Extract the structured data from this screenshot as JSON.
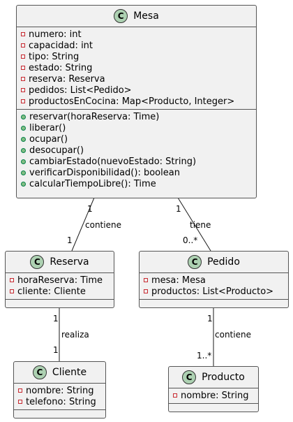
{
  "classes": {
    "mesa": {
      "name": "Mesa",
      "icon": "C",
      "attributes": [
        "numero: int",
        "capacidad: int",
        "tipo: String",
        "estado: String",
        "reserva: Reserva",
        "pedidos: List<Pedido>",
        "productosEnCocina: Map<Producto, Integer>"
      ],
      "methods": [
        "reservar(horaReserva: Time)",
        "liberar()",
        "ocupar()",
        "desocupar()",
        "cambiarEstado(nuevoEstado: String)",
        "verificarDisponibilidad(): boolean",
        "calcularTiempoLibre(): Time"
      ]
    },
    "reserva": {
      "name": "Reserva",
      "icon": "C",
      "attributes": [
        "horaReserva: Time",
        "cliente: Cliente"
      ]
    },
    "pedido": {
      "name": "Pedido",
      "icon": "C",
      "attributes": [
        "mesa: Mesa",
        "productos: List<Producto>"
      ]
    },
    "cliente": {
      "name": "Cliente",
      "icon": "C",
      "attributes": [
        "nombre: String",
        "telefono: String"
      ]
    },
    "producto": {
      "name": "Producto",
      "icon": "C",
      "attributes": [
        "nombre: String"
      ]
    }
  },
  "relations": {
    "mesa_reserva": {
      "label": "contiene",
      "from_mult": "1",
      "to_mult": "1"
    },
    "mesa_pedido": {
      "label": "tiene",
      "from_mult": "1",
      "to_mult": "0..*"
    },
    "reserva_cliente": {
      "label": "realiza",
      "from_mult": "1",
      "to_mult": "1"
    },
    "pedido_producto": {
      "label": "contiene",
      "from_mult": "1",
      "to_mult": "1..*"
    }
  },
  "colors": {
    "class_fill": "#f1f1f1",
    "class_border": "#555555",
    "class_icon_fill": "#add1b2",
    "private_marker": "#c82930",
    "public_marker": "#84be84",
    "edge": "#181818"
  }
}
